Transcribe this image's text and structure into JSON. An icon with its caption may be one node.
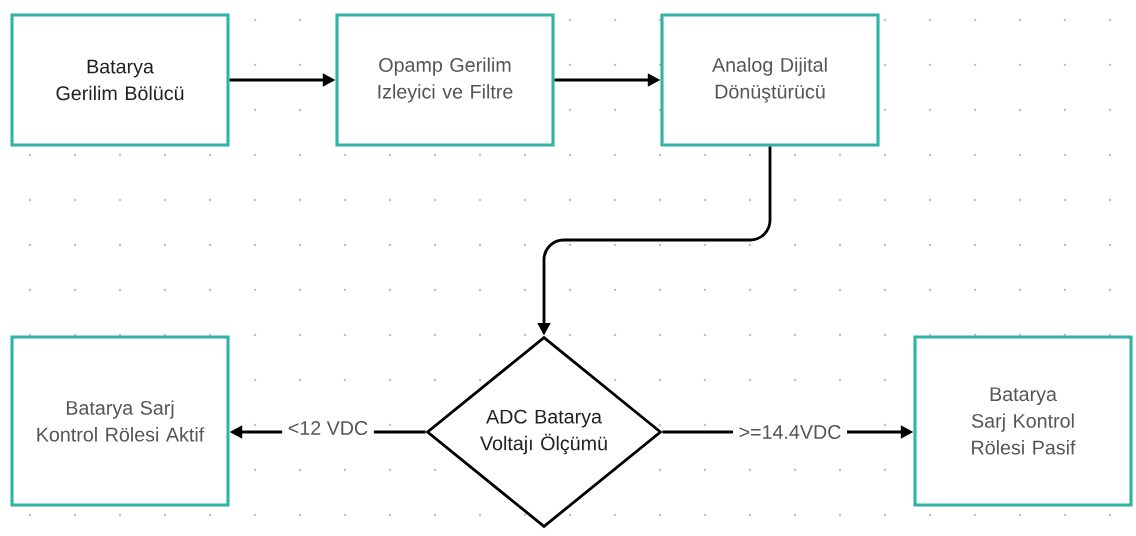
{
  "diagram": {
    "nodes": [
      {
        "text": [
          "Batarya Gerilim Bölücü"
        ]
      },
      {
        "text": [
          "Opamp Gerilim Izleyici ve Filtre"
        ]
      },
      {
        "text": [
          "Analog Dijital Dönüştürücü"
        ]
      },
      {
        "text": [
          "ADC Batarya Voltajı Ölçümü"
        ]
      },
      {
        "text": [
          "Batarya Sarj Kontrol Rölesi Aktif"
        ]
      },
      {
        "text": [
          "Batarya Sarj Kontrol Rölesi Pasif"
        ]
      }
    ],
    "edges": [
      {
        "from": 0,
        "to": 1,
        "arrow": "to"
      },
      {
        "from": 1,
        "to": 2,
        "arrow": "to"
      },
      {
        "from": 2,
        "to": 3,
        "arrow": "to"
      },
      {
        "from": 3,
        "to": 4,
        "arrow": "to",
        "label": "<12 VDC"
      },
      {
        "from": 3,
        "to": 5,
        "arrow": "to",
        "label": ">=14.4VDC"
      }
    ]
  }
}
